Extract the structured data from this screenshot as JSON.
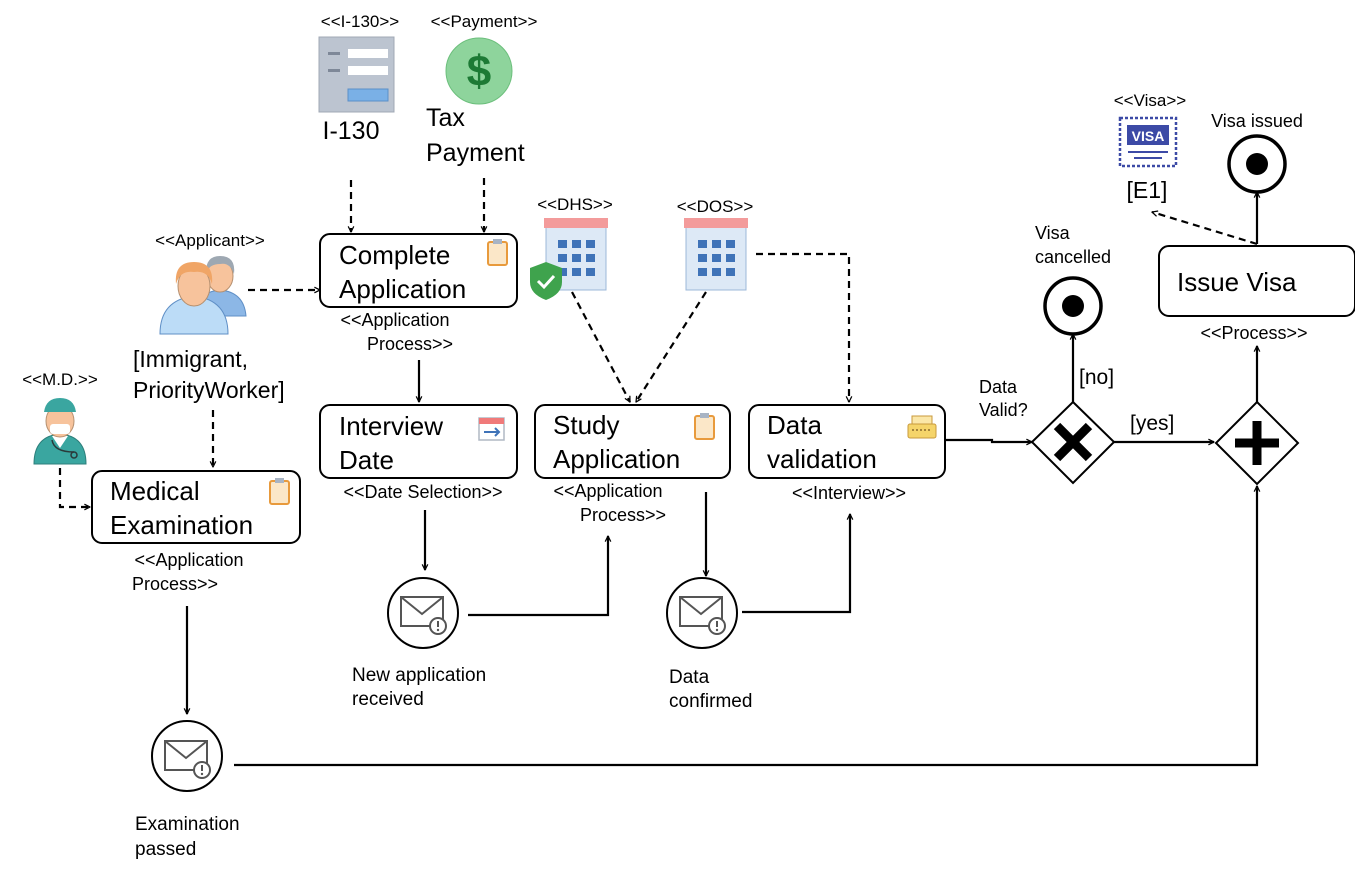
{
  "stereotypes": {
    "i130": "<<I-130>>",
    "payment": "<<Payment>>",
    "dhs": "<<DHS>>",
    "dos": "<<DOS>>",
    "applicant": "<<Applicant>>",
    "md": "<<M.D.>>",
    "visa": "<<Visa>>"
  },
  "artifacts": {
    "i130": {
      "label": "I-130",
      "icon": "form-icon"
    },
    "tax_payment": {
      "line1": "Tax",
      "line2": "Payment",
      "icon": "dollar-icon",
      "color": "#8ed49c"
    },
    "visa": {
      "label": "[E1]",
      "icon": "visa-card-icon",
      "color": "#3c4aa6"
    }
  },
  "actors": {
    "applicant": {
      "line1": "[Immigrant,",
      "line2": "PriorityWorker]",
      "icon": "users-icon"
    },
    "dhs": {
      "icon": "building-shield-icon"
    },
    "dos": {
      "icon": "building-icon"
    },
    "md": {
      "icon": "doctor-icon"
    }
  },
  "tasks": {
    "complete_application": {
      "line1": "Complete",
      "line2": "Application",
      "stereotype1": "<<Application",
      "stereotype2": "Process>>",
      "icon": "clipboard-icon"
    },
    "interview_date": {
      "line1": "Interview",
      "line2": "Date",
      "stereotype": "<<Date Selection>>",
      "icon": "calendar-icon"
    },
    "study_application": {
      "line1": "Study",
      "line2": "Application",
      "stereotype1": "<<Application",
      "stereotype2": "Process>>",
      "icon": "clipboard-icon"
    },
    "data_validation": {
      "line1": "Data",
      "line2": "validation",
      "stereotype": "<<Interview>>",
      "icon": "typewriter-icon"
    },
    "medical_examination": {
      "line1": "Medical",
      "line2": "Examination",
      "stereotype1": "<<Application",
      "stereotype2": "Process>>",
      "icon": "clipboard-icon"
    },
    "issue_visa": {
      "line1": "Issue Visa",
      "stereotype": "<<Process>>"
    }
  },
  "events": {
    "new_application": {
      "line1": "New application",
      "line2": "received",
      "icon": "envelope-icon"
    },
    "data_confirmed": {
      "line1": "Data",
      "line2": "confirmed",
      "icon": "envelope-icon"
    },
    "examination_passed": {
      "line1": "Examination",
      "line2": "passed",
      "icon": "envelope-icon"
    },
    "visa_cancelled": {
      "line1": "Visa",
      "line2": "cancelled"
    },
    "visa_issued": {
      "label": "Visa issued"
    }
  },
  "gateways": {
    "data_valid": {
      "line1": "Data",
      "line2": "Valid?",
      "no_label": "[no]",
      "yes_label": "[yes]"
    }
  }
}
